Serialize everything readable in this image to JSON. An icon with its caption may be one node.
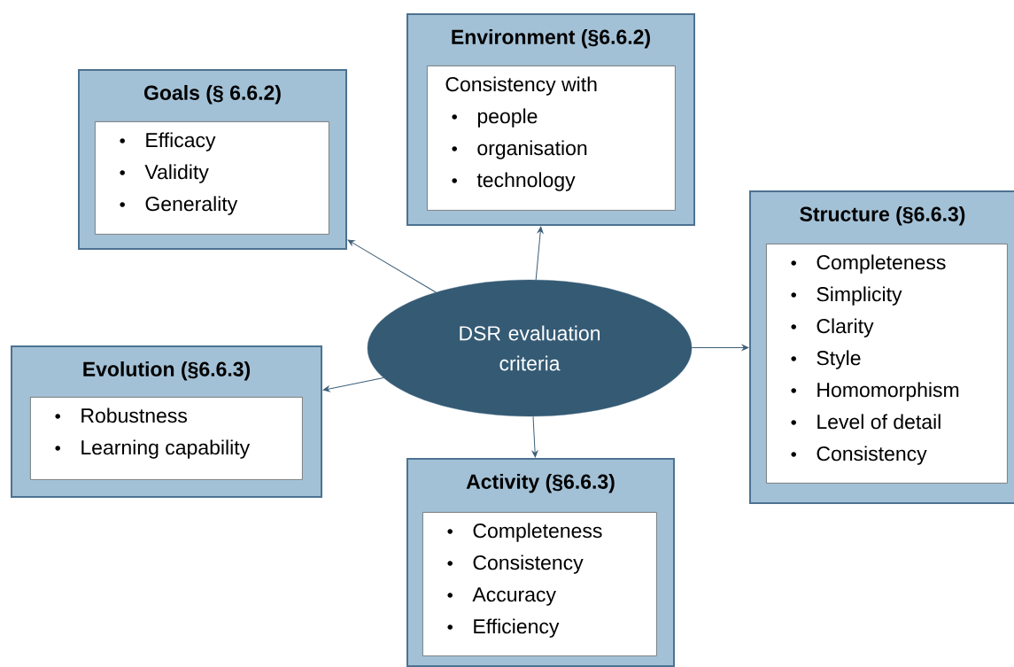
{
  "diagram": {
    "nodes": [
      {
        "text": [
          "Environment (§6.6.2)"
        ]
      },
      {
        "text": [
          "Consistency with",
          "people",
          "organisation",
          "technology"
        ],
        "in": 0
      },
      {
        "text": [
          "Goals (§ 6.6.2)"
        ]
      },
      {
        "text": [
          "Efficacy",
          "Validity",
          "Generality"
        ],
        "in": 2
      },
      {
        "text": [
          "Structure (§6.6.3)"
        ]
      },
      {
        "text": [
          "Completeness",
          "Simplicity",
          "Clarity",
          "Style",
          "Homomorphism",
          "Level of detail",
          "Consistency"
        ],
        "in": 4
      },
      {
        "text": [
          "DSR evaluation criteria"
        ]
      },
      {
        "text": [
          "Evolution (§6.6.3)"
        ]
      },
      {
        "text": [
          "Robustness",
          "Learning capability"
        ],
        "in": 7
      },
      {
        "text": [
          "Activity (§6.6.3)"
        ]
      },
      {
        "text": [
          "Completeness",
          "Consistency",
          "Accuracy",
          "Efficiency"
        ],
        "in": 9
      }
    ],
    "edges": [
      {
        "from": 6,
        "to": 2,
        "arrow": "to"
      },
      {
        "from": 6,
        "to": 0,
        "arrow": "to"
      },
      {
        "from": 6,
        "to": 4,
        "arrow": "to"
      },
      {
        "from": 6,
        "to": 7,
        "arrow": "to"
      },
      {
        "from": 6,
        "to": 9,
        "arrow": "to"
      }
    ]
  }
}
